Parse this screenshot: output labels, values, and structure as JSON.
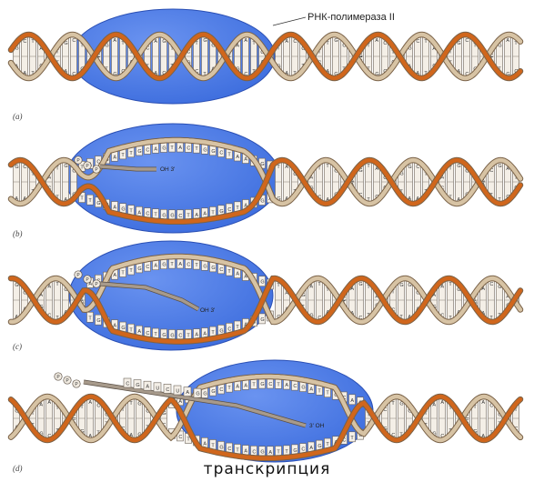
{
  "polymerase_label": "РНК-полимераза II",
  "caption": "транскрипция",
  "colors": {
    "background": "#ffffff",
    "enzyme": "#3e6ede",
    "enzyme_edge": "#2a4fb4",
    "strand_tan": "#d7c3a4",
    "strand_edge": "#7a6248",
    "strand_orange": "#d0661c",
    "base_fill": "#f4efe7",
    "base_edge": "#6b6258",
    "rna_fill": "#a79a8b"
  },
  "panels": [
    {
      "label": "(a)",
      "oh_label": "",
      "ppp_label": []
    },
    {
      "label": "(b)",
      "oh_label": "OH 3'",
      "ppp_label": [
        "P",
        "P",
        "P"
      ]
    },
    {
      "label": "(c)",
      "oh_label": "OH 3'",
      "ppp_label": [
        "P",
        "P",
        "P"
      ]
    },
    {
      "label": "(d)",
      "oh_label": "3' OH",
      "ppp_label": [
        "P",
        "P",
        "P"
      ]
    }
  ],
  "base_sequence": [
    "G",
    "C",
    "T",
    "A",
    "A",
    "T",
    "G",
    "C",
    "T",
    "A",
    "C",
    "G",
    "A",
    "T",
    "T",
    "G",
    "C",
    "A",
    "G",
    "T",
    "A",
    "C",
    "T",
    "G"
  ],
  "rna_sequence": [
    "C",
    "G",
    "A",
    "U",
    "C",
    "U",
    "A",
    "G"
  ]
}
